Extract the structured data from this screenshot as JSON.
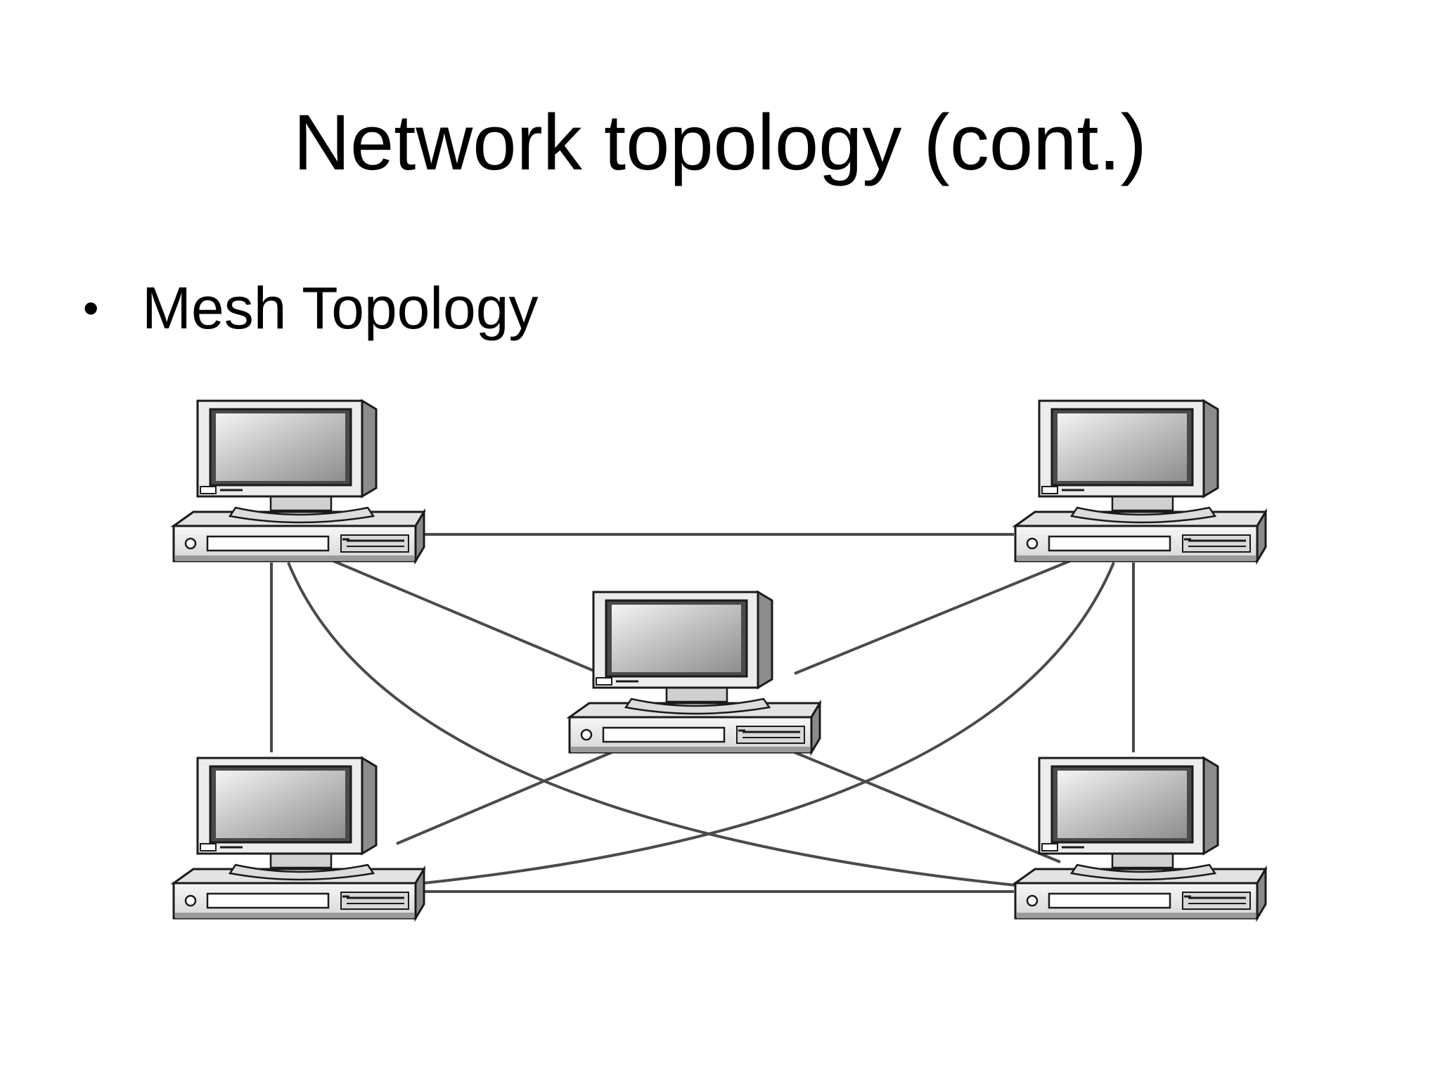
{
  "slide": {
    "title": "Network topology (cont.)",
    "bullets": [
      {
        "text": "Mesh Topology",
        "marker": "•"
      }
    ]
  },
  "diagram": {
    "type": "mesh-network",
    "nodes": [
      {
        "id": "top-left",
        "kind": "desktop-computer-icon"
      },
      {
        "id": "top-right",
        "kind": "desktop-computer-icon"
      },
      {
        "id": "center",
        "kind": "desktop-computer-icon"
      },
      {
        "id": "bottom-left",
        "kind": "desktop-computer-icon"
      },
      {
        "id": "bottom-right",
        "kind": "desktop-computer-icon"
      }
    ],
    "links": [
      [
        "top-left",
        "top-right"
      ],
      [
        "top-left",
        "bottom-left"
      ],
      [
        "top-left",
        "center"
      ],
      [
        "top-left",
        "bottom-right"
      ],
      [
        "top-right",
        "bottom-right"
      ],
      [
        "top-right",
        "center"
      ],
      [
        "top-right",
        "bottom-left"
      ],
      [
        "center",
        "bottom-left"
      ],
      [
        "center",
        "bottom-right"
      ],
      [
        "bottom-left",
        "bottom-right"
      ]
    ],
    "colors": {
      "link": "#4a4a4a",
      "outline": "#1a1a1a",
      "screen": "#bdbdbd",
      "bezel": "#e8e8e8",
      "case": "#efefef",
      "shadow": "#9a9a9a"
    }
  }
}
